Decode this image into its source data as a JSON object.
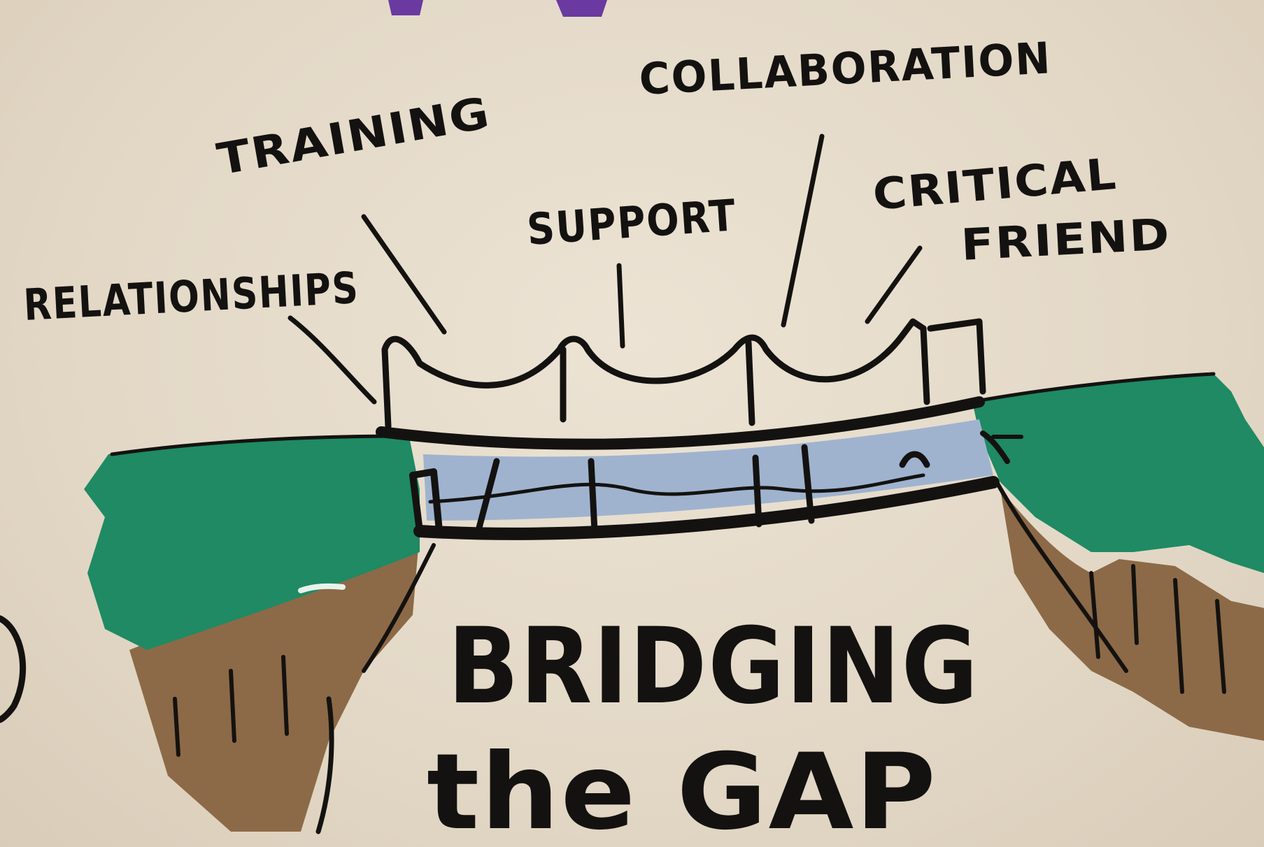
{
  "labels": {
    "relationships": "RELATIONSHIPS",
    "training": "TRAINING",
    "support": "SUPPORT",
    "collaboration": "COLLABORATION",
    "critical_friend_line1": "CRITICAL",
    "critical_friend_line2": "FRIEND"
  },
  "title": {
    "line1": "BRIDGING",
    "line2": "the GAP"
  },
  "colors": {
    "paper": "#e6dccb",
    "ink": "#141210",
    "grass": "#1f8a63",
    "cliff": "#8c6a47",
    "water": "#9fb3cf",
    "banner_purple": "#6a3aa0"
  }
}
